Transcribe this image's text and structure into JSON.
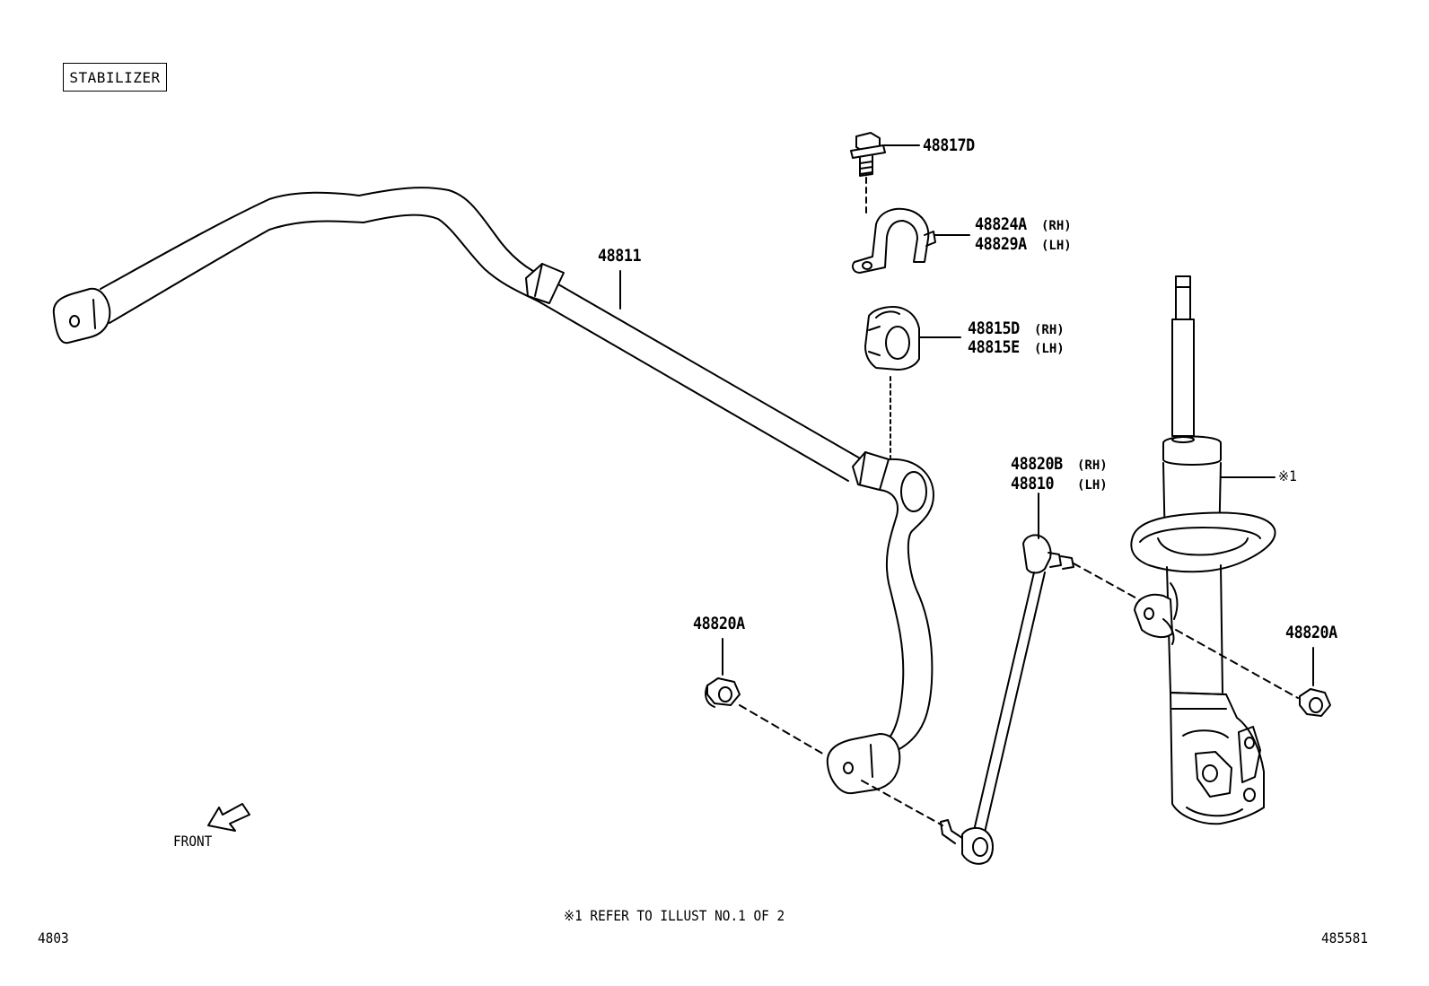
{
  "section_title": "STABILIZER",
  "callouts": {
    "bar": "48811",
    "bolt": "48817D",
    "bracket_rh": "48824A",
    "bracket_lh": "48829A",
    "bushing_rh": "48815D",
    "bushing_lh": "48815E",
    "link_rh": "48820B",
    "link_lh": "48810",
    "nut_left": "48820A",
    "nut_right": "48820A",
    "strut_ref": "※1"
  },
  "side_tags": {
    "rh": "(RH)",
    "lh": "(LH)"
  },
  "front_label": "FRONT",
  "footnote": "※1 REFER TO ILLUST NO.1 OF 2",
  "page_code": "4803",
  "illustration_id": "485581"
}
